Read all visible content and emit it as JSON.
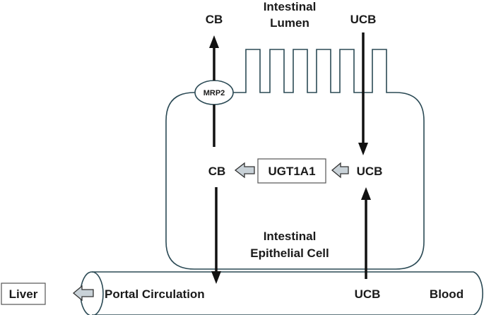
{
  "labels": {
    "cb_top": "CB",
    "lumen_line1": "Intestinal",
    "lumen_line2": "Lumen",
    "ucb_top": "UCB",
    "transporter": "MRP2",
    "enzyme": "UGT1A1",
    "cb_cell": "CB",
    "ucb_cell": "UCB",
    "cell_line1": "Intestinal",
    "cell_line2": "Epithelial Cell",
    "liver": "Liver",
    "portal": "Portal Circulation",
    "ucb_blood": "UCB",
    "blood": "Blood"
  },
  "colors": {
    "outline": "#2b4a55",
    "arrow": "#111111",
    "hollow_arrow_fill": "#c9d2d8"
  }
}
